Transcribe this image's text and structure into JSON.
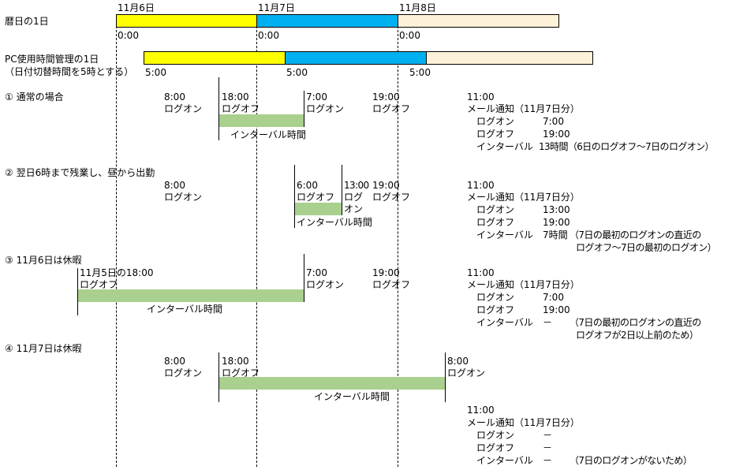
{
  "colors": {
    "yellow": "#ffff00",
    "blue": "#00b0f0",
    "cream": "#fdf2d9",
    "interval_green": "#a9d08e"
  },
  "calendar": {
    "label": "暦日の1日",
    "dates": [
      "11月6日",
      "11月7日",
      "11月8日"
    ],
    "time0": "0:00",
    "time1": "0:00",
    "time2": "0:00"
  },
  "pc": {
    "label_line1": "PC使用時間管理の1日",
    "label_line2": "（日付切替時間を5時とする）",
    "time0": "5:00",
    "time1": "5:00",
    "time2": "5:00"
  },
  "case1": {
    "title": "① 通常の場合",
    "e1_time": "8:00",
    "e1_label": "ログオン",
    "e2_time": "18:00",
    "e2_label": "ログオフ",
    "e3_time": "7:00",
    "e3_label": "ログオン",
    "e4_time": "19:00",
    "e4_label": "ログオフ",
    "interval_label": "インターバル時間",
    "mail_time": "11:00",
    "mail_title": "メール通知（11月7日分）",
    "logon_label": "ログオン",
    "logon_value": "7:00",
    "logoff_label": "ログオフ",
    "logoff_value": "19:00",
    "interval_row_label": "インターバル",
    "interval_value": "13時間（6日のログオフ～7日のログオン）"
  },
  "case2": {
    "title": "② 翌日6時まで残業し、昼から出勤",
    "e1_time": "8:00",
    "e1_label": "ログオン",
    "e2_time": "6:00",
    "e2_label": "ログオフ",
    "e3_time": "13:00",
    "e3_label1": "ログ",
    "e3_label2": "オン",
    "e4_time": "19:00",
    "e4_label": "ログオフ",
    "interval_label": "インターバル時間",
    "mail_time": "11:00",
    "mail_title": "メール通知（11月7日分）",
    "logon_label": "ログオン",
    "logon_value": "13:00",
    "logoff_label": "ログオフ",
    "logoff_value": "19:00",
    "interval_row_label": "インターバル",
    "interval_value": "7時間",
    "note1": "（7日の最初のログオンの直近の",
    "note2": "ログオフ～7日の最初のログオン）"
  },
  "case3": {
    "title": "③ 11月6日は休暇",
    "e1_time": "11月5日の18:00",
    "e1_label": "ログオフ",
    "e2_time": "7:00",
    "e2_label": "ログオン",
    "e3_time": "19:00",
    "e3_label": "ログオフ",
    "interval_label": "インターバル時間",
    "mail_time": "11:00",
    "mail_title": "メール通知（11月7日分）",
    "logon_label": "ログオン",
    "logon_value": "7:00",
    "logoff_label": "ログオフ",
    "logoff_value": "19:00",
    "interval_row_label": "インターバル",
    "interval_value": "－",
    "note1": "（7日の最初のログオンの直近の",
    "note2": "ログオフが2日以上前のため）"
  },
  "case4": {
    "title": "④ 11月7日は休暇",
    "e1_time": "8:00",
    "e1_label": "ログオン",
    "e2_time": "18:00",
    "e2_label": "ログオフ",
    "e3_time": "8:00",
    "e3_label": "ログオン",
    "interval_label": "インターバル時間",
    "mail_time": "11:00",
    "mail_title": "メール通知（11月7日分）",
    "logon_label": "ログオン",
    "logon_value": "－",
    "logoff_label": "ログオフ",
    "logoff_value": "－",
    "interval_row_label": "インターバル",
    "interval_value": "－",
    "note1": "（7日のログオンがないため）"
  }
}
